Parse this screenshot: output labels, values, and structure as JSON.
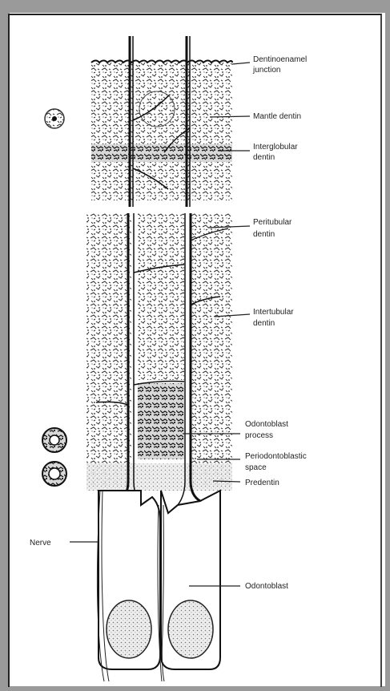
{
  "labels": {
    "dej_1": "Dentinoenamel",
    "dej_2": "junction",
    "mantle": "Mantle dentin",
    "interglobular_1": "Interglobular",
    "interglobular_2": "dentin",
    "peritubular_1": "Peritubular",
    "peritubular_2": "dentin",
    "intertubular_1": "Intertubular",
    "intertubular_2": "dentin",
    "process_1": "Odontoblast",
    "process_2": "process",
    "space_1": "Periodontoblastic",
    "space_2": "space",
    "predentin": "Predentin",
    "nerve": "Nerve",
    "odontoblast": "Odontoblast"
  },
  "colors": {
    "ink": "#222222",
    "frame": "#9a9a9a",
    "stipple": "#555555"
  }
}
